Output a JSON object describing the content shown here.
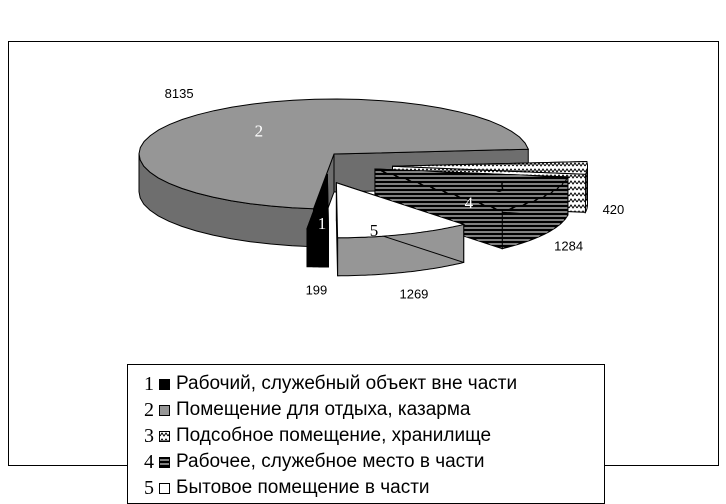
{
  "chart_data": {
    "type": "pie",
    "title": "",
    "slices": [
      {
        "id": "1",
        "label": "Рабочий, служебный объект вне части",
        "value": 199,
        "color": "#000000",
        "pattern": "solid-black"
      },
      {
        "id": "2",
        "label": "Помещение для отдыха, казарма",
        "value": 8135,
        "color": "#969696",
        "pattern": "solid-gray"
      },
      {
        "id": "3",
        "label": "Подсобное помещение, хранилище",
        "value": 420,
        "color": "#ffffff",
        "pattern": "zigzag"
      },
      {
        "id": "4",
        "label": "Рабочее, служебное место в части",
        "value": 1284,
        "color": "#000000",
        "pattern": "horizontal-lines"
      },
      {
        "id": "5",
        "label": "Бытовое помещение в части",
        "value": 1269,
        "color": "#ffffff",
        "pattern": "white"
      }
    ],
    "legend_position": "bottom",
    "view": "3d-exploded"
  }
}
